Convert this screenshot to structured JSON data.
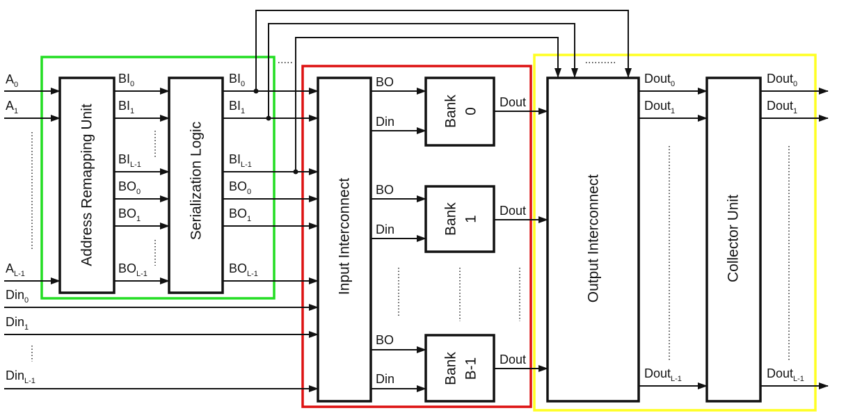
{
  "regions": {
    "green": "#22dd22",
    "red": "#dd1111",
    "yellow": "#ffff22"
  },
  "blocks": {
    "address_remapping": "Address Remapping Unit",
    "serialization": "Serialization Logic",
    "input_interconnect": "Input Interconnect",
    "output_interconnect": "Output Interconnect",
    "collector": "Collector Unit",
    "bank0": [
      "Bank",
      "0"
    ],
    "bank1": [
      "Bank",
      "1"
    ],
    "bankB": [
      "Bank",
      "B-1"
    ]
  },
  "inputs": {
    "a0": {
      "base": "A",
      "sub": "0"
    },
    "a1": {
      "base": "A",
      "sub": "1"
    },
    "al1": {
      "base": "A",
      "sub": "L-1"
    },
    "din0": {
      "base": "Din",
      "sub": "0"
    },
    "din1": {
      "base": "Din",
      "sub": "1"
    },
    "dinl1": {
      "base": "Din",
      "sub": "L-1"
    }
  },
  "arm_outputs": [
    {
      "base": "BI",
      "sub": "0"
    },
    {
      "base": "BI",
      "sub": "1"
    },
    {
      "base": "BI",
      "sub": "L-1"
    },
    {
      "base": "BO",
      "sub": "0"
    },
    {
      "base": "BO",
      "sub": "1"
    },
    {
      "base": "BO",
      "sub": "L-1"
    }
  ],
  "sl_outputs": [
    {
      "base": "BI",
      "sub": "0"
    },
    {
      "base": "BI",
      "sub": "1"
    },
    {
      "base": "BI",
      "sub": "L-1"
    },
    {
      "base": "BO",
      "sub": "0"
    },
    {
      "base": "BO",
      "sub": "1"
    },
    {
      "base": "BO",
      "sub": "L-1"
    }
  ],
  "bank_ports": {
    "bo": "BO",
    "din": "Din",
    "dout": "Dout"
  },
  "oi_outputs": [
    {
      "base": "Dout",
      "sub": "0"
    },
    {
      "base": "Dout",
      "sub": "1"
    },
    {
      "base": "Dout",
      "sub": "L-1"
    }
  ],
  "cu_outputs": [
    {
      "base": "Dout",
      "sub": "0"
    },
    {
      "base": "Dout",
      "sub": "1"
    },
    {
      "base": "Dout",
      "sub": "L-1"
    }
  ]
}
